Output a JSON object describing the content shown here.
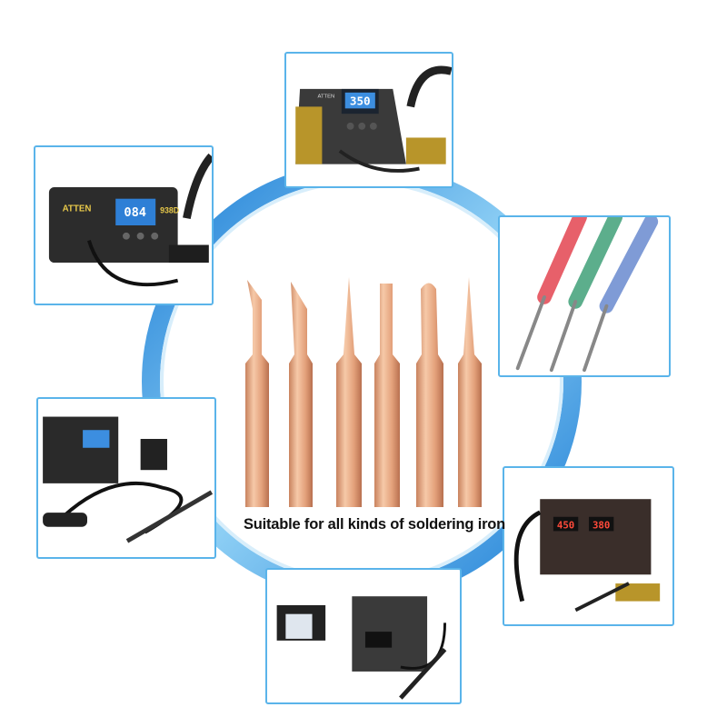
{
  "caption": "Suitable for all kinds of soldering iron",
  "colors": {
    "ring": "#2a8fe0",
    "frame": "#5ab4ea",
    "copper": "#e0a07c"
  },
  "stations": {
    "top": {
      "brand": "ATTEN",
      "display": "350"
    },
    "top_left": {
      "brand": "ATTEN",
      "model": "938D",
      "display": "084"
    },
    "bottom_right": {
      "display_left": "450",
      "display_right": "380"
    }
  },
  "tips": [
    "knife",
    "bevel",
    "conical",
    "chisel",
    "bevel-round",
    "fine-conical"
  ]
}
